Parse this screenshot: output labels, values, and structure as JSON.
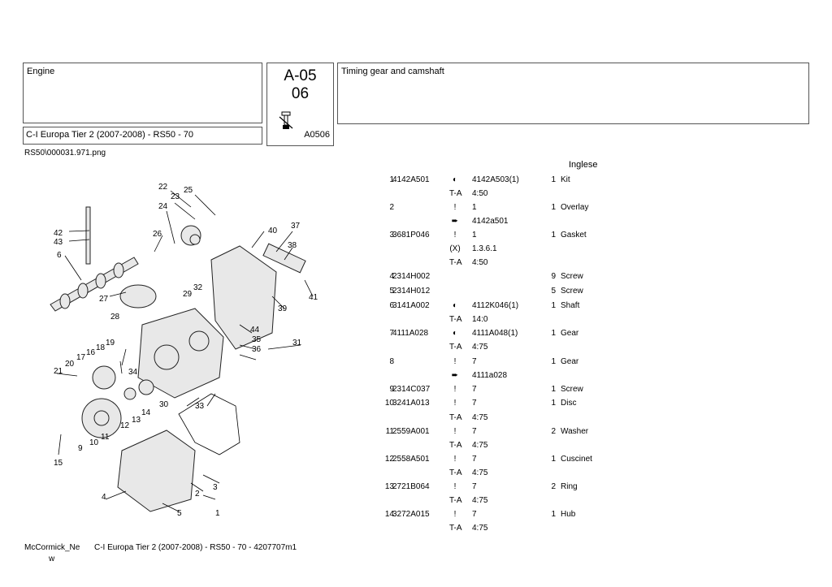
{
  "header": {
    "section": "Engine",
    "model": "C-I Europa Tier 2 (2007-2008) - RS50 - 70",
    "code_main": "A-05\n06",
    "code_line1": "A-05",
    "code_line2": "06",
    "code_small": "A0506",
    "title": "Timing gear and camshaft"
  },
  "image_name": "RS50\\000031.971.png",
  "language": "Inglese",
  "rows": [
    {
      "num": "1",
      "code": "4142A501",
      "sym": "◐",
      "val": "4142A503(1)",
      "qty": "1",
      "desc": "Kit"
    },
    {
      "num": "",
      "code": "",
      "sym": "T-A",
      "val": "4:50",
      "qty": "",
      "desc": ""
    },
    {
      "num": "2",
      "code": "",
      "sym": "!",
      "val": "1",
      "qty": "1",
      "desc": "Overlay"
    },
    {
      "num": "",
      "code": "",
      "sym": "➨",
      "val": "4142a501",
      "qty": "",
      "desc": ""
    },
    {
      "num": "3",
      "code": "3681P046",
      "sym": "!",
      "val": "1",
      "qty": "1",
      "desc": "Gasket"
    },
    {
      "num": "",
      "code": "",
      "sym": "(X)",
      "val": "1.3.6.1",
      "qty": "",
      "desc": ""
    },
    {
      "num": "",
      "code": "",
      "sym": "T-A",
      "val": "4:50",
      "qty": "",
      "desc": ""
    },
    {
      "num": "4",
      "code": "2314H002",
      "sym": "",
      "val": "",
      "qty": "9",
      "desc": "Screw"
    },
    {
      "num": "5",
      "code": "2314H012",
      "sym": "",
      "val": "",
      "qty": "5",
      "desc": "Screw"
    },
    {
      "num": "6",
      "code": "3141A002",
      "sym": "◐",
      "val": "4112K046(1)",
      "qty": "1",
      "desc": "Shaft"
    },
    {
      "num": "",
      "code": "",
      "sym": "T-A",
      "val": "14:0",
      "qty": "",
      "desc": ""
    },
    {
      "num": "7",
      "code": "4111A028",
      "sym": "◐",
      "val": "4111A048(1)",
      "qty": "1",
      "desc": "Gear"
    },
    {
      "num": "",
      "code": "",
      "sym": "T-A",
      "val": "4:75",
      "qty": "",
      "desc": ""
    },
    {
      "num": "8",
      "code": "",
      "sym": "!",
      "val": "7",
      "qty": "1",
      "desc": "Gear"
    },
    {
      "num": "",
      "code": "",
      "sym": "➨",
      "val": "4111a028",
      "qty": "",
      "desc": ""
    },
    {
      "num": "9",
      "code": "2314C037",
      "sym": "!",
      "val": "7",
      "qty": "1",
      "desc": "Screw"
    },
    {
      "num": "10",
      "code": "3241A013",
      "sym": "!",
      "val": "7",
      "qty": "1",
      "desc": "Disc"
    },
    {
      "num": "",
      "code": "",
      "sym": "T-A",
      "val": "4:75",
      "qty": "",
      "desc": ""
    },
    {
      "num": "11",
      "code": "2559A001",
      "sym": "!",
      "val": "7",
      "qty": "2",
      "desc": "Washer"
    },
    {
      "num": "",
      "code": "",
      "sym": "T-A",
      "val": "4:75",
      "qty": "",
      "desc": ""
    },
    {
      "num": "12",
      "code": "2558A501",
      "sym": "!",
      "val": "7",
      "qty": "1",
      "desc": "Cuscinet"
    },
    {
      "num": "",
      "code": "",
      "sym": "T-A",
      "val": "4:75",
      "qty": "",
      "desc": ""
    },
    {
      "num": "13",
      "code": "2721B064",
      "sym": "!",
      "val": "7",
      "qty": "2",
      "desc": "Ring"
    },
    {
      "num": "",
      "code": "",
      "sym": "T-A",
      "val": "4:75",
      "qty": "",
      "desc": ""
    },
    {
      "num": "14",
      "code": "3272A015",
      "sym": "!",
      "val": "7",
      "qty": "1",
      "desc": "Hub"
    },
    {
      "num": "",
      "code": "",
      "sym": "T-A",
      "val": "4:75",
      "qty": "",
      "desc": ""
    }
  ],
  "diagram_labels": [
    "1",
    "2",
    "3",
    "4",
    "5",
    "6",
    "9",
    "10",
    "11",
    "12",
    "13",
    "14",
    "15",
    "16",
    "17",
    "18",
    "19",
    "20",
    "21",
    "22",
    "23",
    "24",
    "25",
    "26",
    "27",
    "28",
    "29",
    "30",
    "31",
    "32",
    "33",
    "34",
    "35",
    "36",
    "37",
    "38",
    "39",
    "40",
    "41",
    "42",
    "43",
    "44"
  ],
  "footer": {
    "left": "McCormick_Ne",
    "left_wrap": "w",
    "right": "C-I Europa Tier 2 (2007-2008) - RS50 - 70 - 4207707m1"
  }
}
